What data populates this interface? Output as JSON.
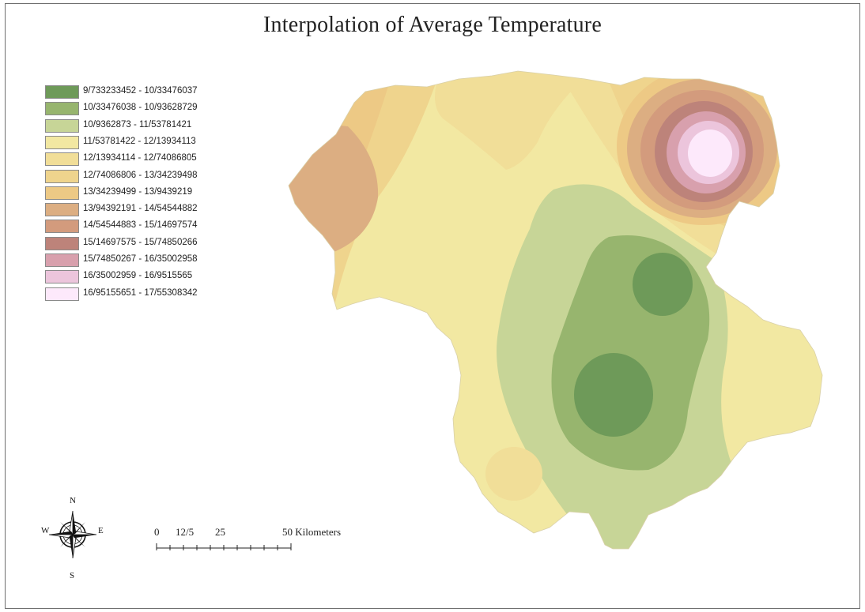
{
  "map": {
    "title": "Interpolation of Average Temperature"
  },
  "legend": {
    "classes": [
      {
        "label": "9/733233452 - 10/33476037",
        "color": "#6e9a59"
      },
      {
        "label": "10/33476038 - 10/93628729",
        "color": "#97b56e"
      },
      {
        "label": "10/9362873 - 11/53781421",
        "color": "#c7d597"
      },
      {
        "label": "11/53781422 - 12/13934113",
        "color": "#f2e8a2"
      },
      {
        "label": "12/13934114 - 12/74086805",
        "color": "#f1de98"
      },
      {
        "label": "12/74086806 - 13/34239498",
        "color": "#efd48d"
      },
      {
        "label": "13/34239499 - 13/9439219",
        "color": "#edc985"
      },
      {
        "label": "13/94392191 - 14/54544882",
        "color": "#dcae82"
      },
      {
        "label": "14/54544883 - 15/14697574",
        "color": "#d39b7d"
      },
      {
        "label": "15/14697575 - 15/74850266",
        "color": "#bd837a"
      },
      {
        "label": "15/74850267 - 16/35002958",
        "color": "#d8a0ad"
      },
      {
        "label": "16/35002959 - 16/9515565",
        "color": "#ecc5dc"
      },
      {
        "label": "16/95155651 - 17/55308342",
        "color": "#fde9fb"
      }
    ]
  },
  "north_arrow": {
    "icon": "compass-rose-icon",
    "n": "N",
    "s": "S",
    "e": "E",
    "w": "W"
  },
  "scale_bar": {
    "ticks": [
      "0",
      "12/5",
      "25",
      "50 Kilometers"
    ]
  }
}
